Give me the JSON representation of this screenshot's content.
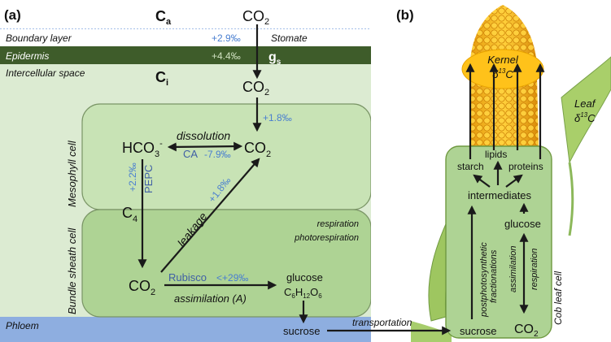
{
  "panel_a": {
    "label": "(a)",
    "layers": {
      "boundary": "Boundary layer",
      "epidermis": "Epidermis",
      "intercellular": "Intercellular space",
      "mesophyll": "Mesophyll cell",
      "bundle_sheath": "Bundle sheath cell",
      "phloem": "Phloem"
    },
    "ca_main": "C",
    "ca_sub": "a",
    "ci_main": "C",
    "ci_sub": "i",
    "gs_main": "g",
    "gs_sub": "s",
    "stomate": "Stomate",
    "co2_main": "CO",
    "co2_sub": "2",
    "pct_boundary": "+2.9‰",
    "pct_epidermis": "+4.4‰",
    "pct_dissolve": "+1.8‰",
    "pct_ca": "-7.9‰",
    "pct_pepc": "+2.2‰",
    "pct_leakage": "+1.8‰",
    "pct_rubisco": "<+29‰",
    "hco3_main": "HCO",
    "hco3_sub": "3",
    "hco3_sup": "-",
    "dissolution": "dissolution",
    "ca": "CA",
    "pepc": "PEPC",
    "c4_main": "C",
    "c4_sub": "4",
    "leakage": "leakage",
    "respiration": "respiration",
    "photorespiration": "photorespiration",
    "rubisco": "Rubisco",
    "assimilation": "assimilation (A)",
    "glucose": "glucose",
    "formula": [
      "C",
      "6",
      "H",
      "12",
      "O",
      "6"
    ],
    "sucrose": "sucrose",
    "transportation": "transportation"
  },
  "panel_b": {
    "label": "(b)",
    "kernel": "Kernel",
    "kernel_delta": "δ",
    "kernel_13": "13",
    "kernel_c": "C",
    "leaf": "Leaf",
    "leaf_delta": "δ",
    "leaf_13": "13",
    "leaf_c": "C",
    "starch": "starch",
    "lipids": "lipids",
    "proteins": "proteins",
    "intermediates": "intermediates",
    "glucose": "glucose",
    "postphotosynthetic": "postphotosynthetic",
    "fractionations": "fractionations",
    "assimilation": "assimilation",
    "respiration": "respiration",
    "cob_leaf_cell": "Cob leaf cell",
    "sucrose": "sucrose",
    "co2_main": "CO",
    "co2_sub": "2"
  },
  "colors": {
    "boundary_bg": "#ffffff",
    "epidermis": "#3e5c2a",
    "intercellular": "#dcebd2",
    "cell_fill": "#c3e0b0",
    "cell_stroke": "#6e8a5c",
    "phloem": "#8eaee0",
    "percent_blue": "#4a7fd0",
    "enzyme_blue": "#3f5fa5",
    "kernel_fill": "#ffc21a"
  }
}
